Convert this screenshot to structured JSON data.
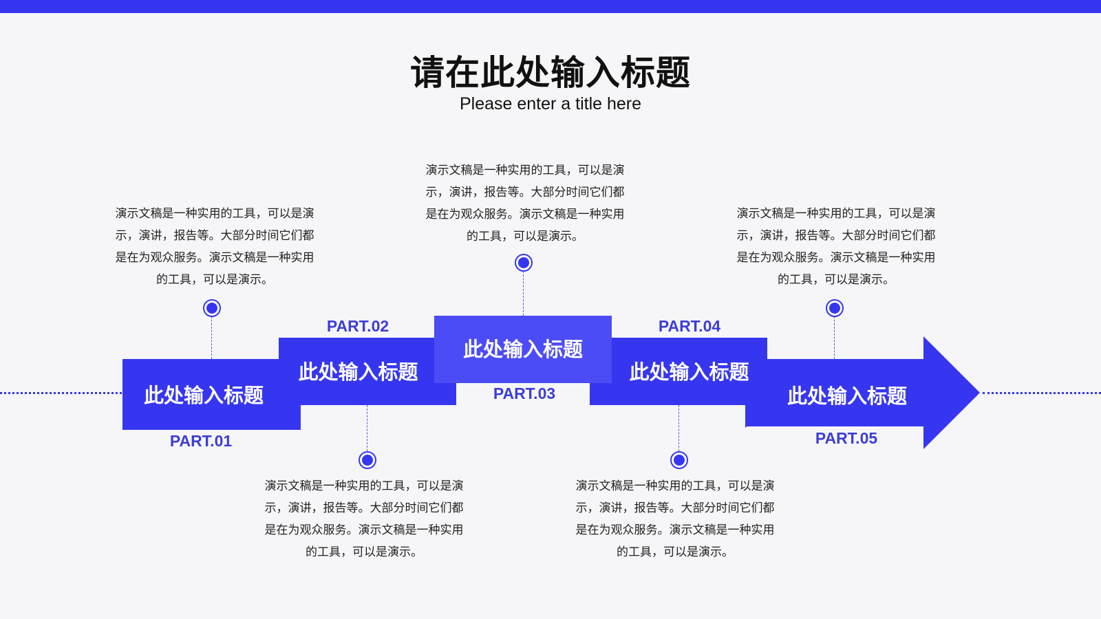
{
  "header": {
    "title": "请在此处输入标题",
    "subtitle": "Please enter a title here"
  },
  "colors": {
    "accent": "#3636f0",
    "accent_light": "#4c4cf6",
    "accent_dark": "#1c1ca0",
    "background": "#f6f6f8",
    "part_label": "#3d3dd6"
  },
  "parts": [
    {
      "label": "此处输入标题",
      "part": "PART.01",
      "desc": [
        "演示文稿是一种实用的工具，可以是演",
        "示，演讲，报告等。大部分时间它们都",
        "是在为观众服务。演示文稿是一种实用",
        "的工具，可以是演示。"
      ]
    },
    {
      "label": "此处输入标题",
      "part": "PART.02",
      "desc": [
        "演示文稿是一种实用的工具，可以是演",
        "示，演讲，报告等。大部分时间它们都",
        "是在为观众服务。演示文稿是一种实用",
        "的工具，可以是演示。"
      ]
    },
    {
      "label": "此处输入标题",
      "part": "PART.03",
      "desc": [
        "演示文稿是一种实用的工具，可以是演",
        "示，演讲，报告等。大部分时间它们都",
        "是在为观众服务。演示文稿是一种实用",
        "的工具，可以是演示。"
      ]
    },
    {
      "label": "此处输入标题",
      "part": "PART.04",
      "desc": [
        "演示文稿是一种实用的工具，可以是演",
        "示，演讲，报告等。大部分时间它们都",
        "是在为观众服务。演示文稿是一种实用",
        "的工具，可以是演示。"
      ]
    },
    {
      "label": "此处输入标题",
      "part": "PART.05",
      "desc": [
        "演示文稿是一种实用的工具，可以是演",
        "示，演讲，报告等。大部分时间它们都",
        "是在为观众服务。演示文稿是一种实用",
        "的工具，可以是演示。"
      ]
    }
  ]
}
